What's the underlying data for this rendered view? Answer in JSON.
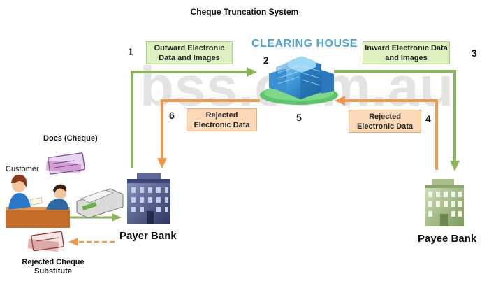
{
  "title": "Cheque Truncation System",
  "watermark": "bss.com.au",
  "clearing_house": {
    "label": "CLEARING HOUSE"
  },
  "steps": {
    "s1": "1",
    "s2": "2",
    "s3": "3",
    "s4": "4",
    "s5": "5",
    "s6": "6"
  },
  "boxes": {
    "outward": "Outward Electronic Data and Images",
    "inward": "Inward  Electronic Data and Images",
    "rejected_left": "Rejected Electronic Data",
    "rejected_right": "Rejected Electronic Data"
  },
  "labels": {
    "docs": "Docs (Cheque)",
    "customer": "Customer",
    "payer_bank": "Payer Bank",
    "payee_bank": "Payee Bank",
    "rejected_substitute": "Rejected Cheque Substitute"
  },
  "colors": {
    "green_arrow": "#8ab55a",
    "orange_arrow": "#ee9a4e",
    "green_box": "#ddf0bf",
    "orange_box": "#fcd9b6",
    "clearing_house_text": "#4fa4d9"
  }
}
